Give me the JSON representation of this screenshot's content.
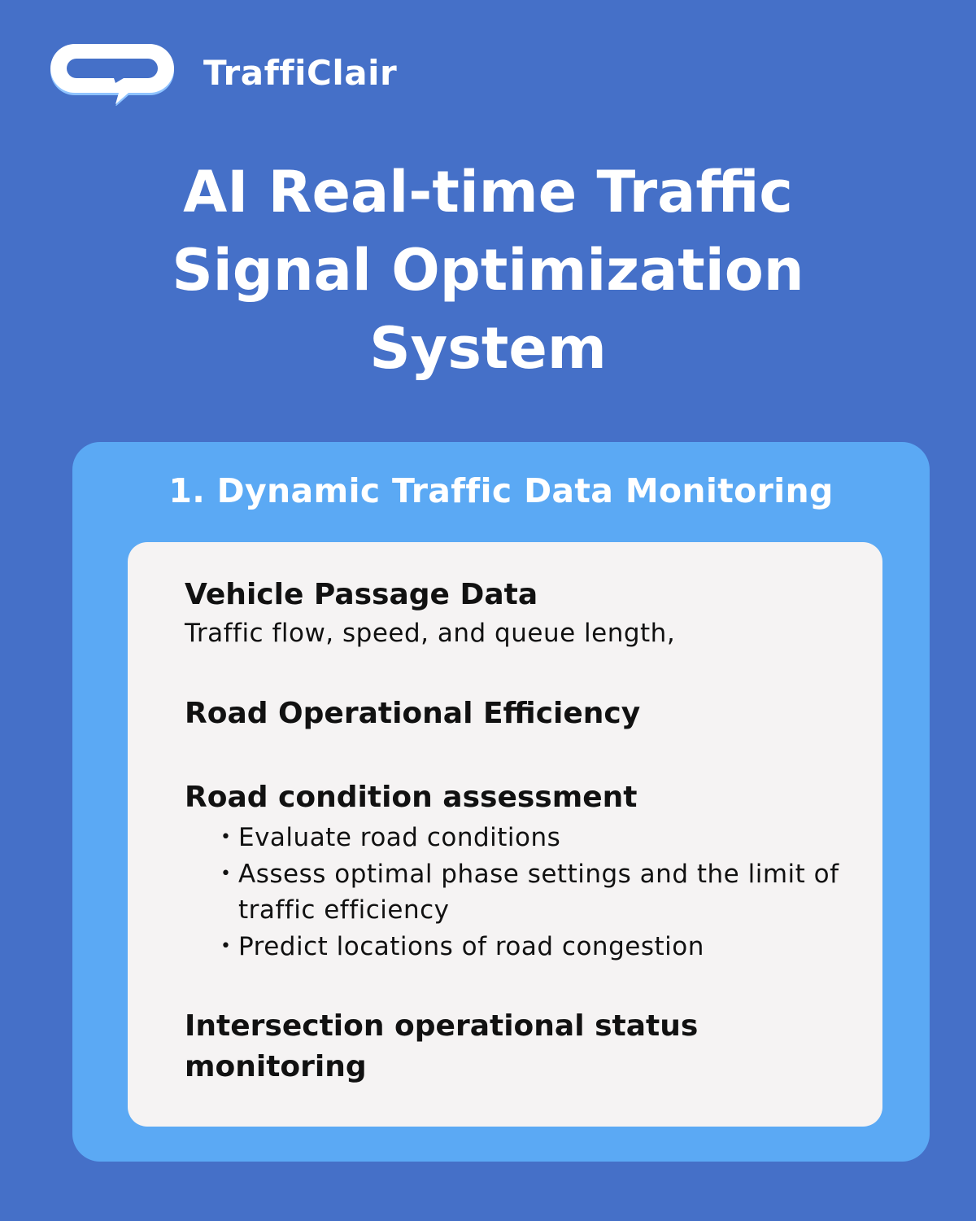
{
  "brand": {
    "name": "TraffiClair",
    "logo_icon": "speech-bubble-logo-icon",
    "logo_color": "#ffffff",
    "logo_shadow_color": "#8fc3ff"
  },
  "page": {
    "title": "AI Real-time Traffic\nSignal Optimization\nSystem",
    "background_color": "#4570c8"
  },
  "section": {
    "heading": "1. Dynamic Traffic Data Monitoring",
    "card_color": "#5ba9f4",
    "panel_color": "#f5f3f3",
    "items": [
      {
        "title": "Vehicle Passage Data",
        "description": "Traffic flow, speed, and queue length,"
      },
      {
        "title": "Road Operational Efficiency"
      },
      {
        "title": "Road condition assessment",
        "bullets": [
          "Evaluate road conditions",
          "Assess optimal phase settings and the limit of traffic efficiency",
          "Predict locations of road congestion"
        ]
      },
      {
        "title": "Intersection operational status monitoring"
      }
    ]
  }
}
